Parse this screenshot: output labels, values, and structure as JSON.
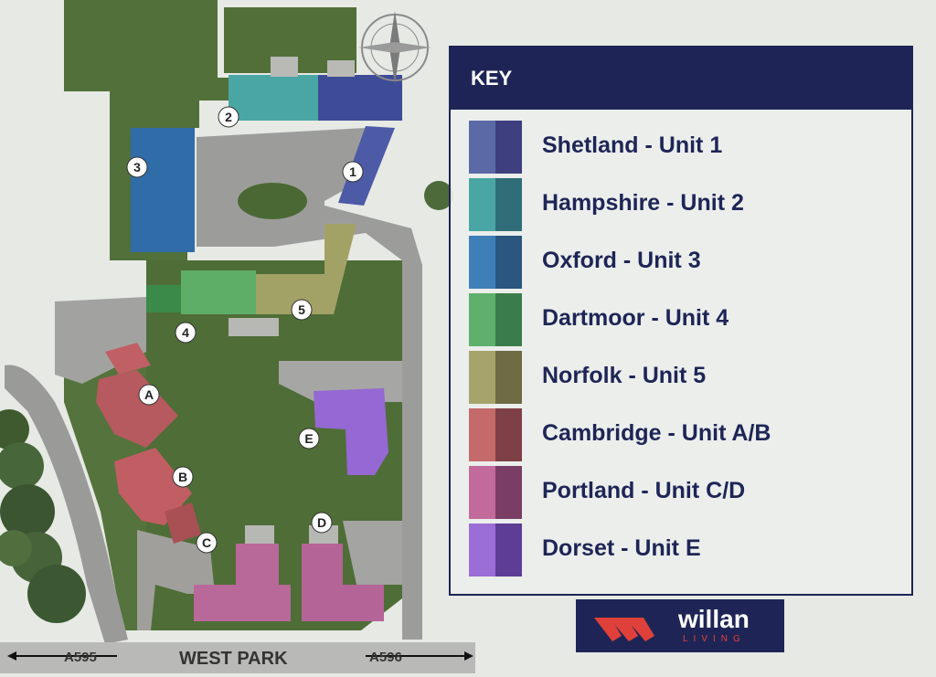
{
  "key": {
    "title": "KEY",
    "items": [
      {
        "label": "Shetland - Unit 1",
        "color_light": "#5b6aa6",
        "color_dark": "#3e3f7e"
      },
      {
        "label": "Hampshire - Unit 2",
        "color_light": "#4aa6a4",
        "color_dark": "#2f6e78"
      },
      {
        "label": "Oxford - Unit 3",
        "color_light": "#3f7fb8",
        "color_dark": "#2a5680"
      },
      {
        "label": "Dartmoor - Unit 4",
        "color_light": "#5fb06c",
        "color_dark": "#3b7c4c"
      },
      {
        "label": "Norfolk - Unit 5",
        "color_light": "#a6a46a",
        "color_dark": "#6e6b45"
      },
      {
        "label": "Cambridge - Unit A/B",
        "color_light": "#c46a6a",
        "color_dark": "#7e4046"
      },
      {
        "label": "Portland - Unit C/D",
        "color_light": "#c26a9c",
        "color_dark": "#7a3e66"
      },
      {
        "label": "Dorset - Unit E",
        "color_light": "#9b6dd6",
        "color_dark": "#5e3d96"
      }
    ]
  },
  "map": {
    "markers": [
      "1",
      "2",
      "3",
      "4",
      "5",
      "A",
      "B",
      "C",
      "D",
      "E"
    ],
    "road": {
      "left": "A595",
      "center": "WEST PARK",
      "right": "A596"
    }
  },
  "logo": {
    "brand": "willan",
    "sub": "LIVING"
  },
  "colors": {
    "navy": "#1e2556",
    "grass": "#4f6e34",
    "road": "#9a9a9a",
    "logo_red": "#e0403a"
  }
}
